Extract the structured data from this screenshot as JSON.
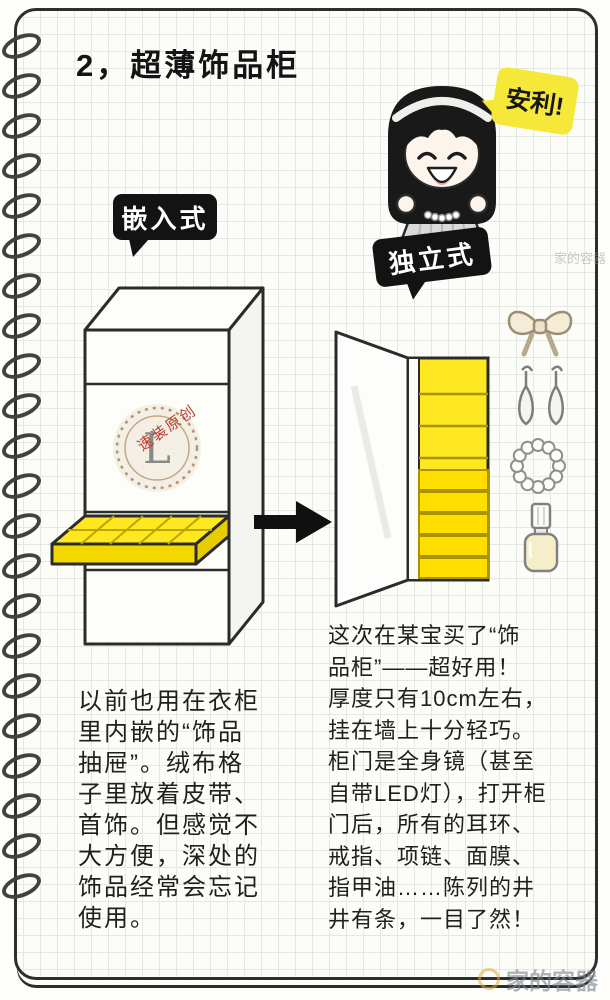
{
  "page": {
    "title": "2，超薄饰品柜",
    "labels": {
      "anli": "安利!",
      "embedded": "嵌入式",
      "standalone": "独立式"
    },
    "watermark": {
      "circle_letter": "L",
      "circle_text": "速装原创",
      "brand": "家的容器"
    },
    "paragraphs": {
      "left": "以前也用在衣柜\n里内嵌的“饰品\n抽屉”。绒布格\n子里放着皮带、\n首饰。但感觉不\n大方便，深处的\n饰品经常会忘记\n使用。",
      "right": "这次在某宝买了“饰\n品柜”——超好用！\n厚度只有10cm左右，\n挂在墙上十分轻巧。\n柜门是全身镜（甚至\n自带LED灯），打开柜\n门后，所有的耳环、\n戒指、项链、面膜、\n指甲油……陈列的井\n井有条，一目了然！"
    },
    "colors": {
      "accent_yellow": "#ffe81f",
      "bubble_yellow": "#f6e838",
      "label_black": "#131313",
      "stamp_red": "#c0392b"
    }
  }
}
